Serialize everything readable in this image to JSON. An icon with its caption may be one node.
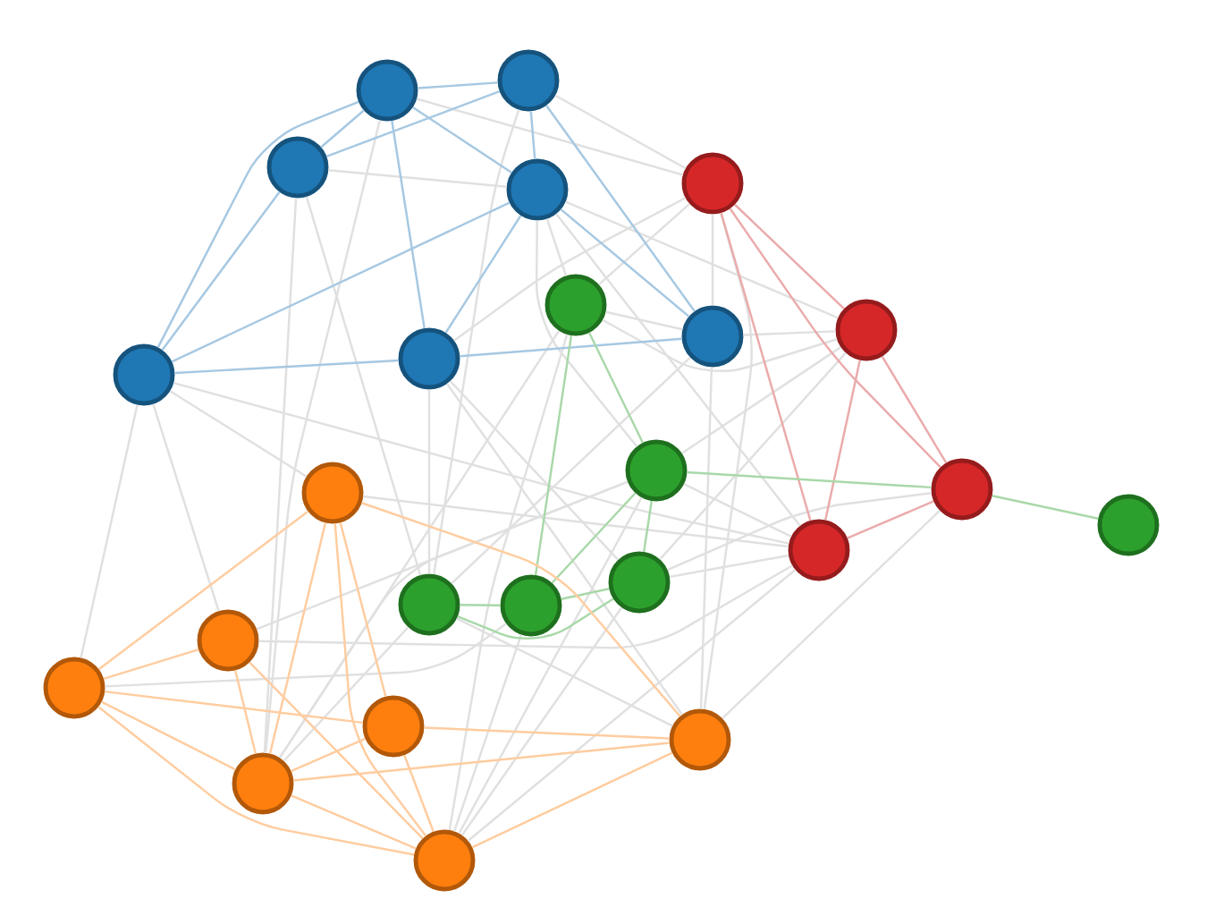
{
  "diagram": {
    "nodes": [
      {
        "text": [],
        "shape": "circle"
      },
      {
        "text": [],
        "shape": "circle"
      },
      {
        "text": [],
        "shape": "circle"
      },
      {
        "text": [],
        "shape": "circle"
      },
      {
        "text": [],
        "shape": "circle"
      },
      {
        "text": [],
        "shape": "circle"
      },
      {
        "text": [],
        "shape": "circle"
      },
      {
        "text": [],
        "shape": "circle"
      },
      {
        "text": [],
        "shape": "circle"
      },
      {
        "text": [],
        "shape": "circle"
      },
      {
        "text": [],
        "shape": "circle"
      },
      {
        "text": [],
        "shape": "circle"
      },
      {
        "text": [],
        "shape": "circle"
      },
      {
        "text": [],
        "shape": "circle"
      },
      {
        "text": [],
        "shape": "circle"
      },
      {
        "text": [],
        "shape": "circle"
      },
      {
        "text": [],
        "shape": "circle"
      },
      {
        "text": [],
        "shape": "circle"
      },
      {
        "text": [],
        "shape": "circle"
      },
      {
        "text": [],
        "shape": "circle"
      },
      {
        "text": [],
        "shape": "circle"
      },
      {
        "text": [],
        "shape": "circle"
      },
      {
        "text": [],
        "shape": "circle"
      },
      {
        "text": [],
        "shape": "circle"
      }
    ],
    "edges": [
      {
        "from": 1,
        "to": 4,
        "arrow": "none"
      },
      {
        "from": 0,
        "to": 4,
        "arrow": "none"
      },
      {
        "from": 2,
        "to": 3,
        "arrow": "none"
      },
      {
        "from": 3,
        "to": 5,
        "arrow": "none"
      },
      {
        "from": 3,
        "to": 7,
        "arrow": "none"
      },
      {
        "from": 3,
        "to": 10,
        "arrow": "none"
      },
      {
        "from": 3,
        "to": 14,
        "arrow": "none"
      },
      {
        "from": 4,
        "to": 5,
        "arrow": "none"
      },
      {
        "from": 4,
        "to": 8,
        "arrow": "none"
      },
      {
        "from": 4,
        "to": 6,
        "arrow": "none"
      },
      {
        "from": 4,
        "to": 21,
        "arrow": "none"
      },
      {
        "from": 5,
        "to": 6,
        "arrow": "none"
      },
      {
        "from": 5,
        "to": 7,
        "arrow": "none"
      },
      {
        "from": 6,
        "to": 7,
        "arrow": "none"
      },
      {
        "from": 6,
        "to": 21,
        "arrow": "none"
      },
      {
        "from": 6,
        "to": 16,
        "arrow": "none"
      },
      {
        "from": 9,
        "to": 11,
        "arrow": "none"
      },
      {
        "from": 9,
        "to": 18,
        "arrow": "none"
      },
      {
        "from": 9,
        "to": 19,
        "arrow": "none"
      },
      {
        "from": 9,
        "to": 14,
        "arrow": "none"
      },
      {
        "from": 2,
        "to": 22,
        "arrow": "none"
      },
      {
        "from": 2,
        "to": 16,
        "arrow": "none"
      },
      {
        "from": 1,
        "to": 22,
        "arrow": "none"
      },
      {
        "from": 8,
        "to": 16,
        "arrow": "none"
      },
      {
        "from": 8,
        "to": 21,
        "arrow": "none"
      },
      {
        "from": 8,
        "to": 15,
        "arrow": "none"
      },
      {
        "from": 11,
        "to": 14,
        "arrow": "none"
      },
      {
        "from": 10,
        "to": 14,
        "arrow": "none"
      },
      {
        "from": 10,
        "to": 18,
        "arrow": "none"
      },
      {
        "from": 10,
        "to": 22,
        "arrow": "none"
      },
      {
        "from": 7,
        "to": 15,
        "arrow": "none"
      },
      {
        "from": 7,
        "to": 10,
        "arrow": "none"
      },
      {
        "from": 12,
        "to": 21,
        "arrow": "none"
      },
      {
        "from": 12,
        "to": 15,
        "arrow": "none"
      },
      {
        "from": 14,
        "to": 15,
        "arrow": "none"
      },
      {
        "from": 14,
        "to": 18,
        "arrow": "none"
      },
      {
        "from": 14,
        "to": 23,
        "arrow": "none"
      },
      {
        "from": 15,
        "to": 23,
        "arrow": "none"
      },
      {
        "from": 16,
        "to": 22,
        "arrow": "none"
      },
      {
        "from": 16,
        "to": 21,
        "arrow": "none"
      },
      {
        "from": 17,
        "to": 23,
        "arrow": "none"
      },
      {
        "from": 17,
        "to": 19,
        "arrow": "none"
      },
      {
        "from": 5,
        "to": 22,
        "arrow": "none"
      },
      {
        "from": 5,
        "to": 23,
        "arrow": "none"
      },
      {
        "from": 10,
        "to": 23,
        "arrow": "none"
      },
      {
        "from": 0,
        "to": 16,
        "arrow": "none"
      },
      {
        "from": 1,
        "to": 0,
        "arrow": "none",
        "color": "#a6c8e2"
      },
      {
        "from": 1,
        "to": 2,
        "arrow": "none",
        "color": "#a6c8e2"
      },
      {
        "from": 2,
        "to": 0,
        "arrow": "none",
        "color": "#a6c8e2"
      },
      {
        "from": 1,
        "to": 3,
        "arrow": "none",
        "color": "#a6c8e2"
      },
      {
        "from": 0,
        "to": 3,
        "arrow": "none",
        "color": "#a6c8e2"
      },
      {
        "from": 0,
        "to": 6,
        "arrow": "none",
        "color": "#a6c8e2"
      },
      {
        "from": 1,
        "to": 8,
        "arrow": "none",
        "color": "#a6c8e2"
      },
      {
        "from": 2,
        "to": 9,
        "arrow": "none",
        "color": "#a6c8e2"
      },
      {
        "from": 1,
        "to": 9,
        "arrow": "none",
        "color": "#a6c8e2"
      },
      {
        "from": 9,
        "to": 3,
        "arrow": "none",
        "color": "#a6c8e2"
      },
      {
        "from": 9,
        "to": 8,
        "arrow": "none",
        "color": "#a6c8e2"
      },
      {
        "from": 8,
        "to": 3,
        "arrow": "none",
        "color": "#a6c8e2"
      },
      {
        "from": 8,
        "to": 6,
        "arrow": "none",
        "color": "#a6c8e2"
      },
      {
        "from": 3,
        "to": 6,
        "arrow": "none",
        "color": "#a6c8e2"
      },
      {
        "from": 4,
        "to": 7,
        "arrow": "none",
        "color": "#ebaaab"
      },
      {
        "from": 4,
        "to": 12,
        "arrow": "none",
        "color": "#ebaaab"
      },
      {
        "from": 4,
        "to": 14,
        "arrow": "none",
        "color": "#ebaaab"
      },
      {
        "from": 7,
        "to": 14,
        "arrow": "none",
        "color": "#ebaaab"
      },
      {
        "from": 7,
        "to": 12,
        "arrow": "none",
        "color": "#ebaaab"
      },
      {
        "from": 12,
        "to": 14,
        "arrow": "none",
        "color": "#ebaaab"
      },
      {
        "from": 5,
        "to": 10,
        "arrow": "none",
        "color": "#a9d8a9"
      },
      {
        "from": 5,
        "to": 17,
        "arrow": "none",
        "color": "#a9d8a9"
      },
      {
        "from": 10,
        "to": 12,
        "arrow": "none",
        "color": "#a9d8a9"
      },
      {
        "from": 12,
        "to": 13,
        "arrow": "none",
        "color": "#a9d8a9"
      },
      {
        "from": 10,
        "to": 15,
        "arrow": "none",
        "color": "#a9d8a9"
      },
      {
        "from": 10,
        "to": 17,
        "arrow": "none",
        "color": "#a9d8a9"
      },
      {
        "from": 17,
        "to": 16,
        "arrow": "none",
        "color": "#a9d8a9"
      },
      {
        "from": 17,
        "to": 15,
        "arrow": "none",
        "color": "#a9d8a9"
      },
      {
        "from": 16,
        "to": 15,
        "arrow": "none",
        "color": "#a9d8a9"
      },
      {
        "from": 11,
        "to": 19,
        "arrow": "none",
        "color": "#ffcc9f"
      },
      {
        "from": 11,
        "to": 22,
        "arrow": "none",
        "color": "#ffcc9f"
      },
      {
        "from": 11,
        "to": 20,
        "arrow": "none",
        "color": "#ffcc9f"
      },
      {
        "from": 11,
        "to": 23,
        "arrow": "none",
        "color": "#ffcc9f"
      },
      {
        "from": 11,
        "to": 21,
        "arrow": "none",
        "color": "#ffcc9f"
      },
      {
        "from": 18,
        "to": 19,
        "arrow": "none",
        "color": "#ffcc9f"
      },
      {
        "from": 18,
        "to": 22,
        "arrow": "none",
        "color": "#ffcc9f"
      },
      {
        "from": 18,
        "to": 23,
        "arrow": "none",
        "color": "#ffcc9f"
      },
      {
        "from": 19,
        "to": 22,
        "arrow": "none",
        "color": "#ffcc9f"
      },
      {
        "from": 19,
        "to": 23,
        "arrow": "none",
        "color": "#ffcc9f"
      },
      {
        "from": 19,
        "to": 20,
        "arrow": "none",
        "color": "#ffcc9f"
      },
      {
        "from": 20,
        "to": 22,
        "arrow": "none",
        "color": "#ffcc9f"
      },
      {
        "from": 20,
        "to": 23,
        "arrow": "none",
        "color": "#ffcc9f"
      },
      {
        "from": 20,
        "to": 21,
        "arrow": "none",
        "color": "#ffcc9f"
      },
      {
        "from": 22,
        "to": 21,
        "arrow": "none",
        "color": "#ffcc9f"
      },
      {
        "from": 22,
        "to": 23,
        "arrow": "none",
        "color": "#ffcc9f"
      },
      {
        "from": 23,
        "to": 21,
        "arrow": "none",
        "color": "#ffcc9f"
      }
    ]
  }
}
